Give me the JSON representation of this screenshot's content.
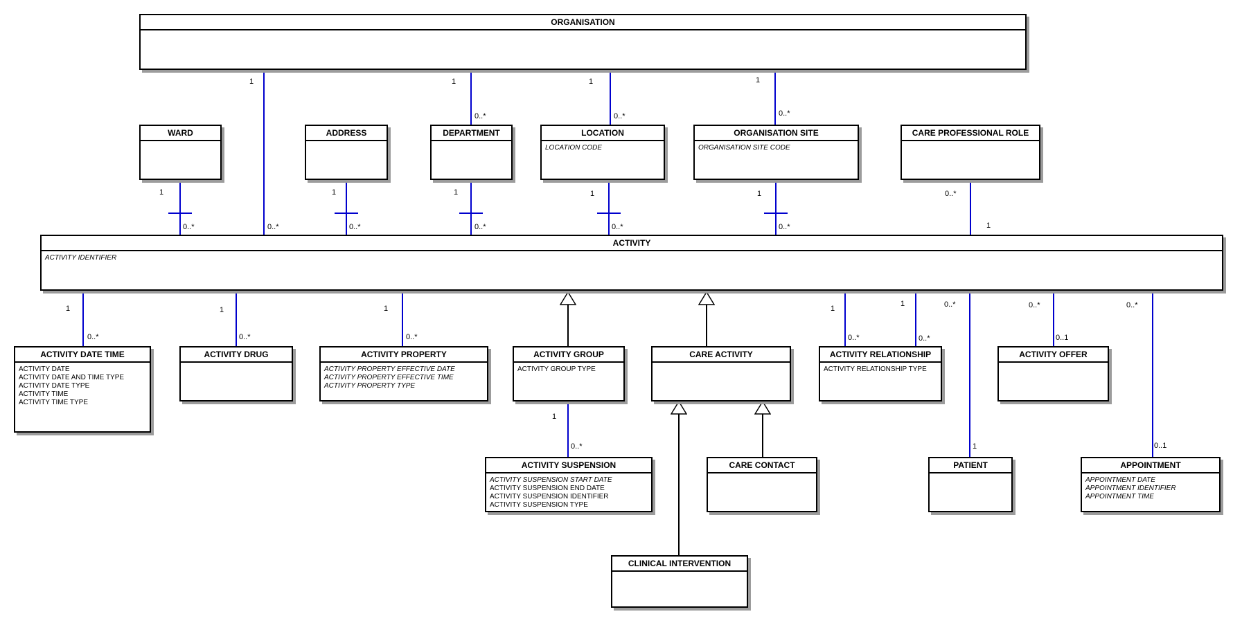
{
  "diagram": {
    "type": "entity-relationship-class-diagram",
    "colors": {
      "relationship_line": "#0000cd",
      "generalization_line": "#000000",
      "box_border": "#000000",
      "box_fill": "#ffffff",
      "box_shadow": "#9c9c9c",
      "background": "#ffffff"
    },
    "entities": [
      {
        "title": "ORGANISATION",
        "attributes": []
      },
      {
        "title": "WARD",
        "attributes": []
      },
      {
        "title": "ADDRESS",
        "attributes": []
      },
      {
        "title": "DEPARTMENT",
        "attributes": []
      },
      {
        "title": "LOCATION",
        "attributes": [
          {
            "text": "LOCATION CODE",
            "italic": true
          }
        ]
      },
      {
        "title": "ORGANISATION SITE",
        "attributes": [
          {
            "text": "ORGANISATION SITE CODE",
            "italic": true
          }
        ]
      },
      {
        "title": "CARE PROFESSIONAL ROLE",
        "attributes": []
      },
      {
        "title": "ACTIVITY",
        "attributes": [
          {
            "text": "ACTIVITY IDENTIFIER",
            "italic": true
          }
        ]
      },
      {
        "title": "ACTIVITY DATE TIME",
        "attributes": [
          {
            "text": "ACTIVITY DATE",
            "italic": false
          },
          {
            "text": "ACTIVITY DATE AND TIME TYPE",
            "italic": false
          },
          {
            "text": "ACTIVITY DATE TYPE",
            "italic": false
          },
          {
            "text": "ACTIVITY TIME",
            "italic": false
          },
          {
            "text": "ACTIVITY TIME TYPE",
            "italic": false
          }
        ]
      },
      {
        "title": "ACTIVITY DRUG",
        "attributes": []
      },
      {
        "title": "ACTIVITY PROPERTY",
        "attributes": [
          {
            "text": "ACTIVITY PROPERTY EFFECTIVE DATE",
            "italic": true
          },
          {
            "text": "ACTIVITY PROPERTY EFFECTIVE TIME",
            "italic": true
          },
          {
            "text": "ACTIVITY PROPERTY TYPE",
            "italic": true
          }
        ]
      },
      {
        "title": "ACTIVITY GROUP",
        "attributes": [
          {
            "text": "ACTIVITY GROUP TYPE",
            "italic": false
          }
        ]
      },
      {
        "title": "CARE ACTIVITY",
        "attributes": []
      },
      {
        "title": "ACTIVITY RELATIONSHIP",
        "attributes": [
          {
            "text": "ACTIVITY RELATIONSHIP TYPE",
            "italic": false
          }
        ]
      },
      {
        "title": "ACTIVITY OFFER",
        "attributes": []
      },
      {
        "title": "ACTIVITY SUSPENSION",
        "attributes": [
          {
            "text": "ACTIVITY SUSPENSION START DATE",
            "italic": true
          },
          {
            "text": "ACTIVITY SUSPENSION END DATE",
            "italic": false
          },
          {
            "text": "ACTIVITY SUSPENSION IDENTIFIER",
            "italic": false
          },
          {
            "text": "ACTIVITY SUSPENSION TYPE",
            "italic": false
          }
        ]
      },
      {
        "title": "CARE CONTACT",
        "attributes": []
      },
      {
        "title": "PATIENT",
        "attributes": []
      },
      {
        "title": "APPOINTMENT",
        "attributes": [
          {
            "text": "APPOINTMENT DATE",
            "italic": true
          },
          {
            "text": "APPOINTMENT IDENTIFIER",
            "italic": true
          },
          {
            "text": "APPOINTMENT TIME",
            "italic": true
          }
        ]
      },
      {
        "title": "CLINICAL INTERVENTION",
        "attributes": []
      }
    ],
    "relationships": [
      {
        "from": "ORGANISATION",
        "to": "ACTIVITY",
        "from_card": "1",
        "to_card": "0..*"
      },
      {
        "from": "ORGANISATION",
        "to": "DEPARTMENT",
        "from_card": "1",
        "to_card": "0..*"
      },
      {
        "from": "ORGANISATION",
        "to": "LOCATION",
        "from_card": "1",
        "to_card": "0..*"
      },
      {
        "from": "ORGANISATION",
        "to": "ORGANISATION SITE",
        "from_card": "1",
        "to_card": "0..*"
      },
      {
        "from": "WARD",
        "to": "ACTIVITY",
        "from_card": "1",
        "to_card": "0..*"
      },
      {
        "from": "ADDRESS",
        "to": "ACTIVITY",
        "from_card": "1",
        "to_card": "0..*"
      },
      {
        "from": "DEPARTMENT",
        "to": "ACTIVITY",
        "from_card": "1",
        "to_card": "0..*"
      },
      {
        "from": "LOCATION",
        "to": "ACTIVITY",
        "from_card": "1",
        "to_card": "0..*"
      },
      {
        "from": "ORGANISATION SITE",
        "to": "ACTIVITY",
        "from_card": "1",
        "to_card": "0..*"
      },
      {
        "from": "CARE PROFESSIONAL ROLE",
        "to": "ACTIVITY",
        "from_card": "0..*",
        "to_card": "1"
      },
      {
        "from": "ACTIVITY",
        "to": "ACTIVITY DATE TIME",
        "from_card": "1",
        "to_card": "0..*"
      },
      {
        "from": "ACTIVITY",
        "to": "ACTIVITY DRUG",
        "from_card": "1",
        "to_card": "0..*"
      },
      {
        "from": "ACTIVITY",
        "to": "ACTIVITY PROPERTY",
        "from_card": "1",
        "to_card": "0..*"
      },
      {
        "from": "ACTIVITY",
        "to": "ACTIVITY RELATIONSHIP",
        "from_card": "1",
        "to_card": "0..*"
      },
      {
        "from": "ACTIVITY",
        "to": "ACTIVITY RELATIONSHIP",
        "from_card": "1",
        "to_card": "0..*"
      },
      {
        "from": "ACTIVITY",
        "to": "PATIENT",
        "from_card": "0..*",
        "to_card": "1"
      },
      {
        "from": "ACTIVITY",
        "to": "ACTIVITY OFFER",
        "from_card": "0..*",
        "to_card": "0..1"
      },
      {
        "from": "ACTIVITY",
        "to": "APPOINTMENT",
        "from_card": "0..*",
        "to_card": "0..1"
      },
      {
        "from": "ACTIVITY GROUP",
        "to": "ACTIVITY SUSPENSION",
        "from_card": "1",
        "to_card": "0..*"
      }
    ],
    "generalizations": [
      {
        "child": "ACTIVITY GROUP",
        "parent": "ACTIVITY"
      },
      {
        "child": "CARE ACTIVITY",
        "parent": "ACTIVITY"
      },
      {
        "child": "CLINICAL INTERVENTION",
        "parent": "CARE ACTIVITY"
      },
      {
        "child": "CARE CONTACT",
        "parent": "CARE ACTIVITY"
      }
    ]
  }
}
